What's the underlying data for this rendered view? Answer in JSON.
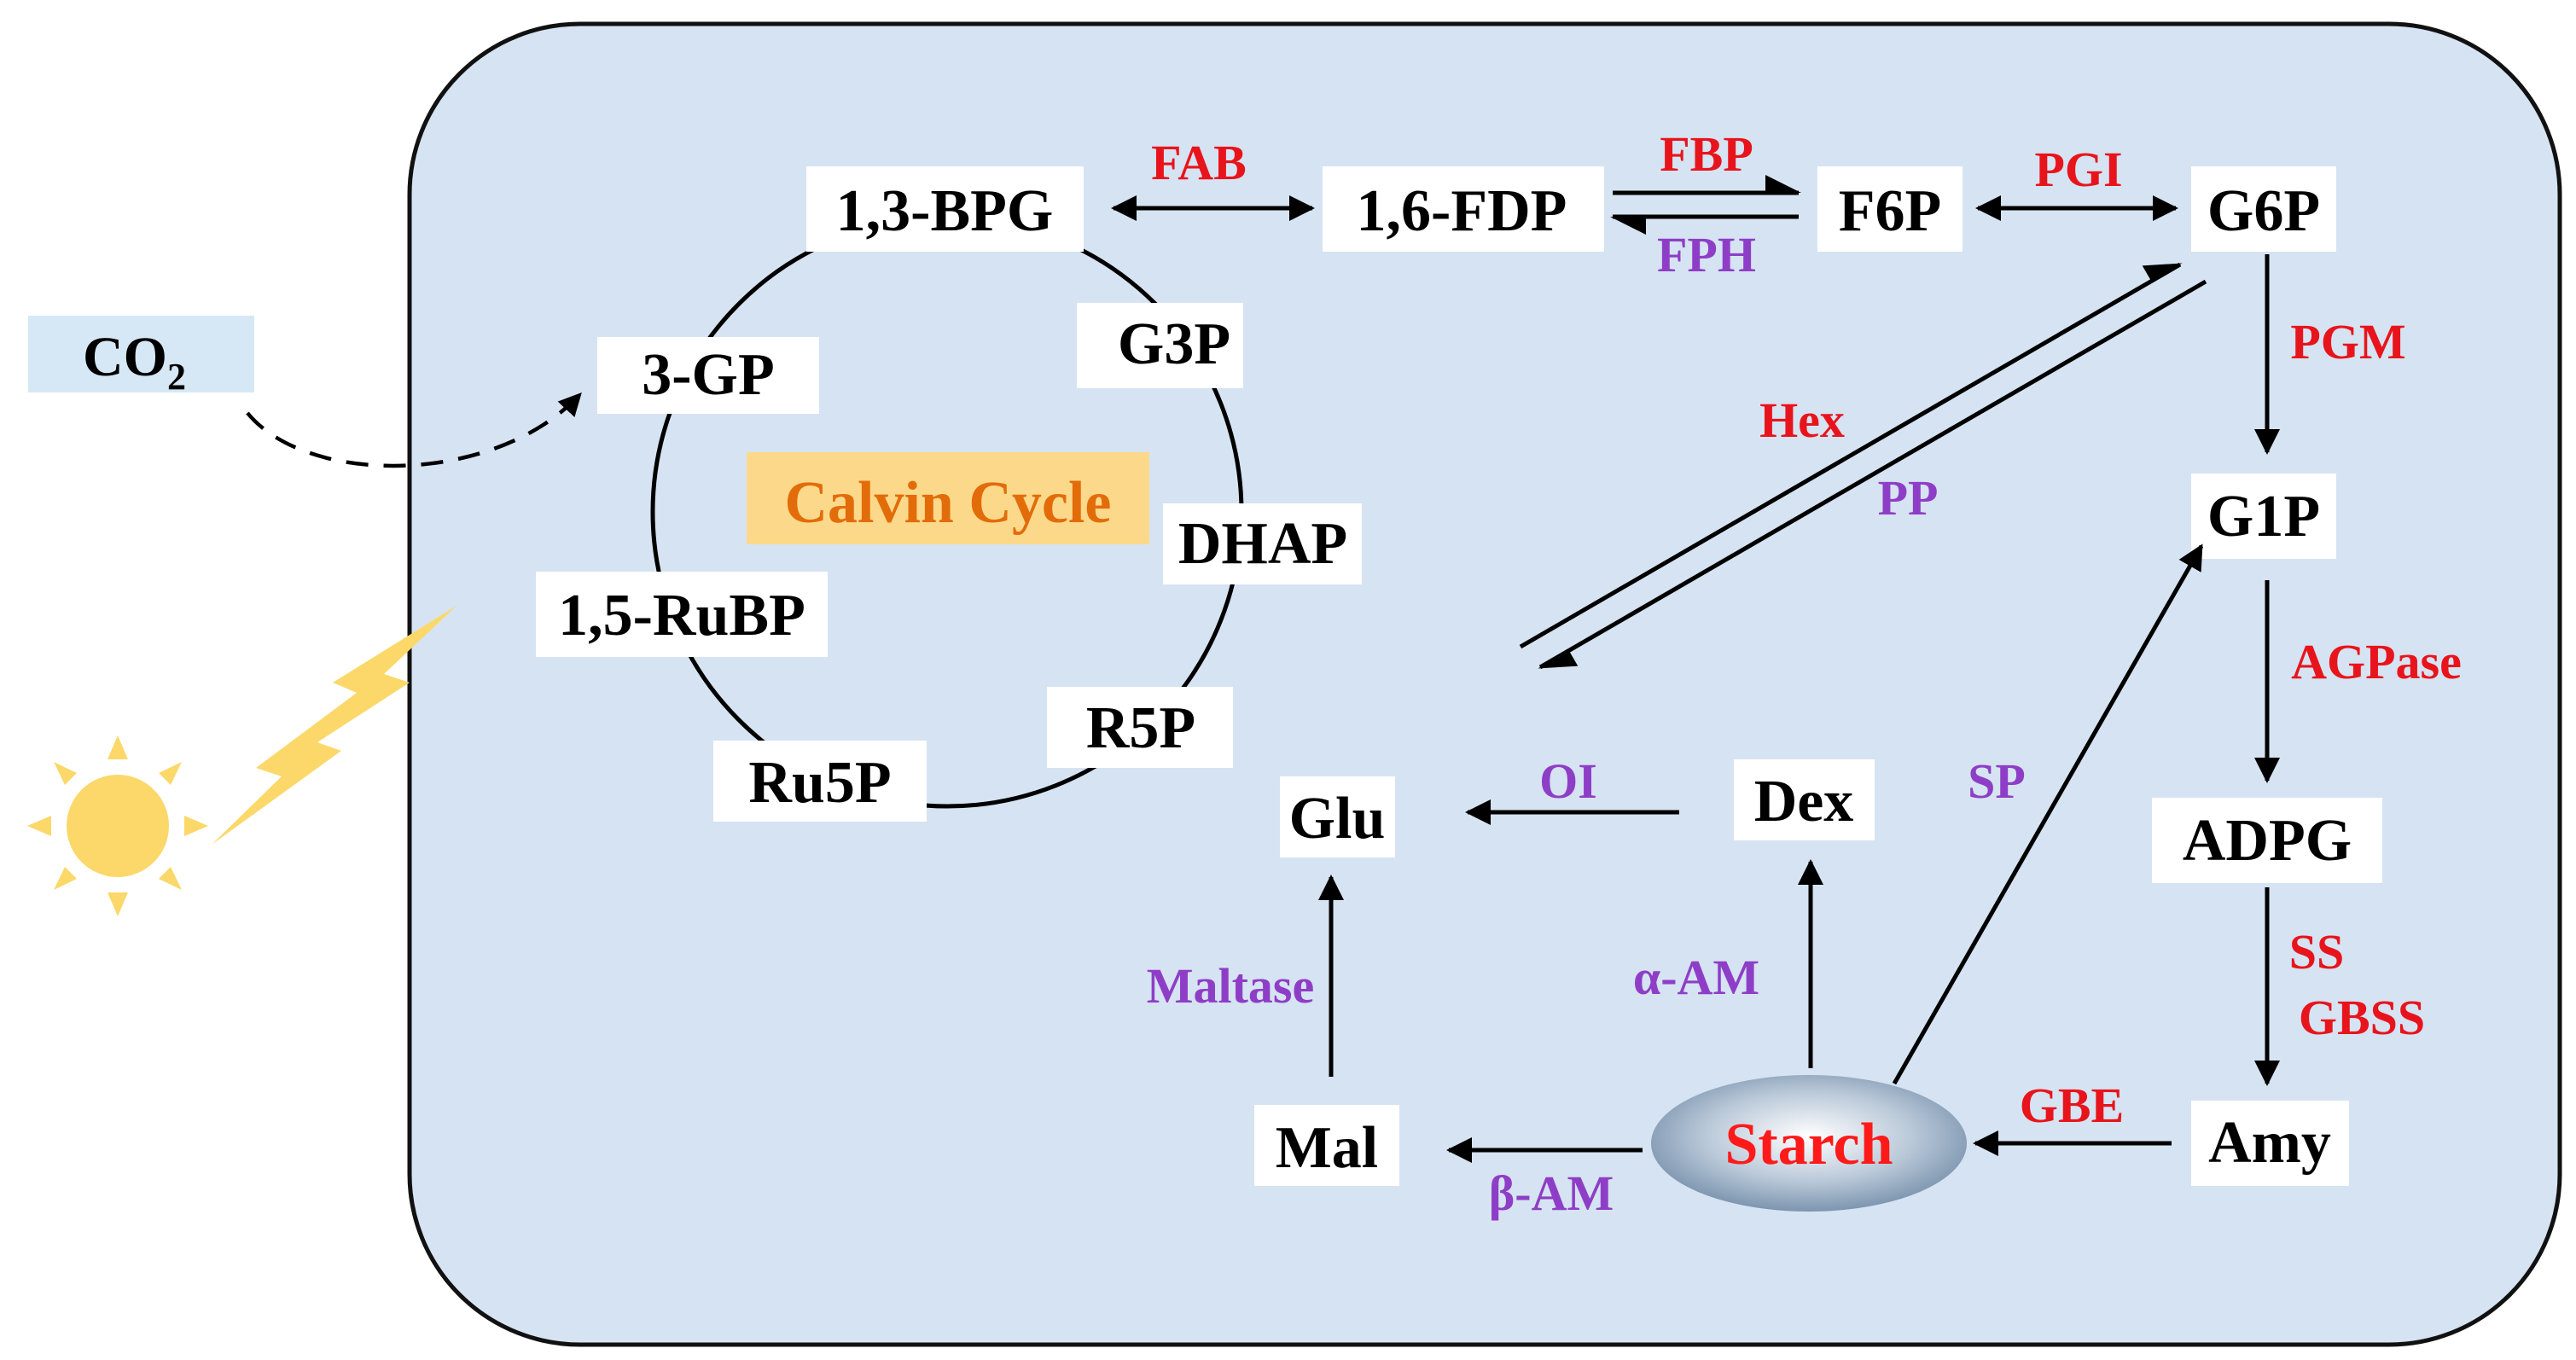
{
  "colors": {
    "cell_fill": "#d6e3f2",
    "cell_stroke": "#111111",
    "activating_enzyme": "#e8141c",
    "reverse_enzyme": "#8e3ec6",
    "calvin_label_text": "#e36c0a",
    "calvin_label_bg": "#fcd98a",
    "co2_bg": "#d6e8f5",
    "sun": "#fbd869",
    "starch_text": "#ff1a1a"
  },
  "icons": {
    "sun": "sun-icon",
    "light": "lightning-icon"
  },
  "co2": {
    "text": "CO",
    "subscript": "2"
  },
  "calvin_cycle": {
    "label": "Calvin Cycle",
    "metabolites": {
      "bpg13": "1,3-BPG",
      "g3p": "G3P",
      "dhap": "DHAP",
      "r5p": "R5P",
      "ru5p": "Ru5P",
      "rubp15": "1,5-RuBP",
      "gp3": "3-GP"
    }
  },
  "metabolites": {
    "fdp16": "1,6-FDP",
    "f6p": "F6P",
    "g6p": "G6P",
    "g1p": "G1P",
    "adpg": "ADPG",
    "amy": "Amy",
    "starch": "Starch",
    "dex": "Dex",
    "glu": "Glu",
    "mal": "Mal"
  },
  "enzymes": {
    "fab": "FAB",
    "fbp": "FBP",
    "fph": "FPH",
    "pgi": "PGI",
    "pgm": "PGM",
    "hex": "Hex",
    "pp": "PP",
    "agpase": "AGPase",
    "ss": "SS",
    "gbss": "GBSS",
    "gbe": "GBE",
    "sp": "SP",
    "oi": "OI",
    "alpha_am": "α-AM",
    "beta_am": "β-AM",
    "maltase": "Maltase"
  }
}
